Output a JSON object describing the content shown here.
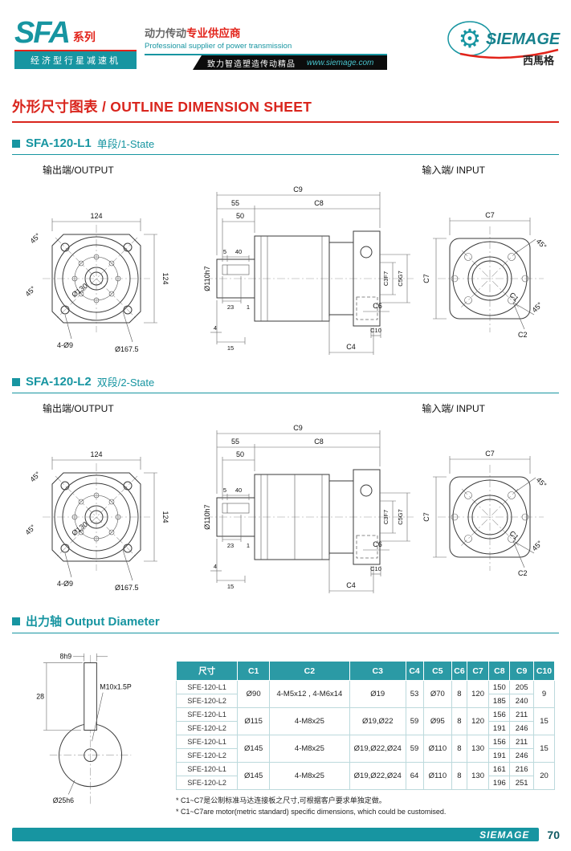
{
  "header": {
    "series": "SFA",
    "series_suffix": "系列",
    "category": "经济型行星减速机",
    "tagline_cn_prefix": "动力传动",
    "tagline_cn_bold": "专业供应商",
    "tagline_en": "Professional supplier of power transmission",
    "slogan": "致力智造塑造传动精品",
    "website": "www.siemage.com",
    "brand": "SIEMAGE",
    "brand_cn": "西馬格"
  },
  "icons": {
    "gear": "⚙"
  },
  "page_title": "外形尺寸图表 / OUTLINE DIMENSION SHEET",
  "sections": {
    "l1": {
      "model": "SFA-120-L1",
      "stage": "单段/1-State",
      "output_label": "输出端/OUTPUT",
      "input_label": "输入端/ INPUT"
    },
    "l2": {
      "model": "SFA-120-L2",
      "stage": "双段/2-State",
      "output_label": "输出端/OUTPUT",
      "input_label": "输入端/ INPUT"
    },
    "shaft": {
      "title": "出力轴 Output Diameter"
    }
  },
  "drawing": {
    "output_view": {
      "dim_width": "124",
      "dim_height": "124",
      "angle": "45°",
      "boss_dia": "Ø130",
      "corner_holes": "4-Ø9",
      "bolt_circle": "Ø167.5"
    },
    "side_view": {
      "c9": "C9",
      "len55": "55",
      "c8": "C8",
      "len50": "50",
      "len5": "5",
      "len40": "40",
      "pilot_dia": "Ø110h7",
      "len23": "23",
      "len1": "1",
      "len4": "4",
      "len15": "15",
      "c4": "C4",
      "c10": "C10",
      "c6": "C6",
      "c3": "C3F7",
      "c5": "C5G7"
    },
    "input_view": {
      "c7": "C7",
      "angle": "45°",
      "c1": "C1",
      "c2": "C2"
    }
  },
  "shaft_drawing": {
    "key_width": "8h9",
    "thread": "M10x1.5P",
    "height": "28",
    "shaft_dia": "Ø25h6"
  },
  "table": {
    "headers": [
      "尺寸",
      "C1",
      "C2",
      "C3",
      "C4",
      "C5",
      "C6",
      "C7",
      "C8",
      "C9",
      "C10"
    ],
    "groups": [
      {
        "models": [
          "SFE-120-L1",
          "SFE-120-L2"
        ],
        "c1": "Ø90",
        "c2": "4-M5x12 , 4-M6x14",
        "c3": "Ø19",
        "c4": "53",
        "c5": "Ø70",
        "c6": "8",
        "c7": "120",
        "c8": [
          "150",
          "185"
        ],
        "c9": [
          "205",
          "240"
        ],
        "c10": "9"
      },
      {
        "models": [
          "SFE-120-L1",
          "SFE-120-L2"
        ],
        "c1": "Ø115",
        "c2": "4-M8x25",
        "c3": "Ø19,Ø22",
        "c4": "59",
        "c5": "Ø95",
        "c6": "8",
        "c7": "120",
        "c8": [
          "156",
          "191"
        ],
        "c9": [
          "211",
          "246"
        ],
        "c10": "15"
      },
      {
        "models": [
          "SFE-120-L1",
          "SFE-120-L2"
        ],
        "c1": "Ø145",
        "c2": "4-M8x25",
        "c3": "Ø19,Ø22,Ø24",
        "c4": "59",
        "c5": "Ø110",
        "c6": "8",
        "c7": "130",
        "c8": [
          "156",
          "191"
        ],
        "c9": [
          "211",
          "246"
        ],
        "c10": "15"
      },
      {
        "models": [
          "SFE-120-L1",
          "SFE-120-L2"
        ],
        "c1": "Ø145",
        "c2": "4-M8x25",
        "c3": "Ø19,Ø22,Ø24",
        "c4": "64",
        "c5": "Ø110",
        "c6": "8",
        "c7": "130",
        "c8": [
          "161",
          "196"
        ],
        "c9": [
          "216",
          "251"
        ],
        "c10": "20"
      }
    ]
  },
  "footnotes": [
    "* C1~C7是公制标准马达连接板之尺寸,可根据客户要求单独定做。",
    "* C1~C7are motor(metric standard) specific dimensions, which could be customised."
  ],
  "footer": {
    "brand": "SIEMAGE",
    "page": "70"
  }
}
